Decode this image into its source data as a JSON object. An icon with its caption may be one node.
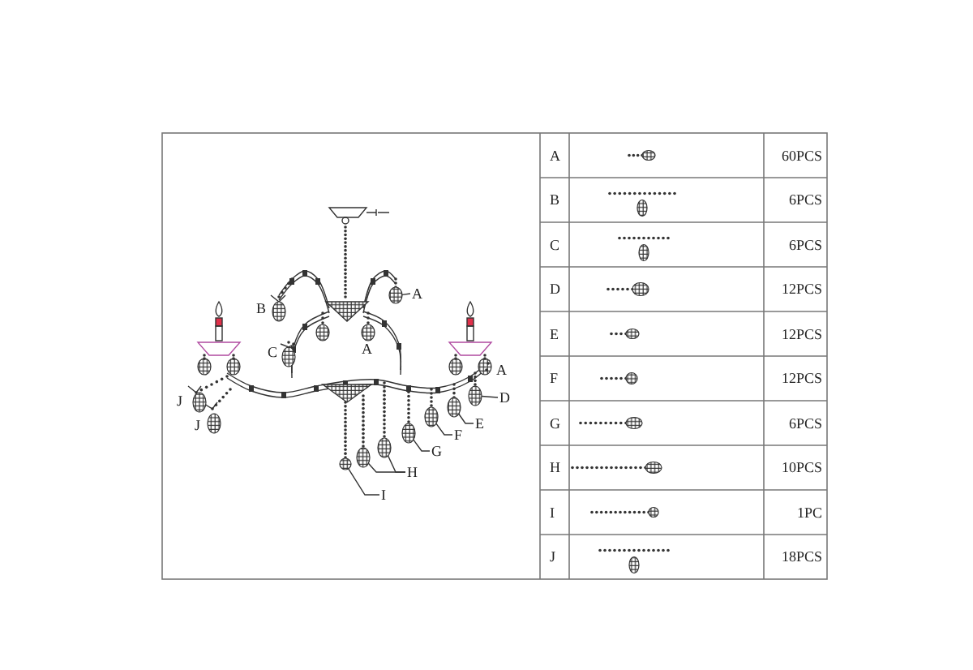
{
  "diagram": {
    "nodes": [
      {
        "text": [
          "A"
        ]
      },
      {
        "text": [
          "D"
        ]
      },
      {
        "text": [
          "E"
        ]
      },
      {
        "text": [
          "F"
        ]
      },
      {
        "text": [
          "G"
        ]
      },
      {
        "text": [
          "H"
        ]
      },
      {
        "text": [
          "I"
        ]
      },
      {
        "text": [],
        "shape": "circle"
      },
      {
        "text": [],
        "shape": "circle"
      },
      {
        "text": [],
        "shape": "circle"
      },
      {
        "text": [],
        "shape": "circle"
      },
      {
        "text": [],
        "shape": "circle"
      },
      {
        "text": [],
        "shape": "circle"
      },
      {
        "text": [],
        "shape": "circle"
      },
      {
        "text": [],
        "shape": "circle"
      }
    ],
    "edges": [
      {
        "from": 0,
        "to": 7,
        "arrow": "none"
      },
      {
        "from": 1,
        "to": 8,
        "arrow": "none"
      },
      {
        "from": 2,
        "to": 9,
        "arrow": "none"
      },
      {
        "from": 3,
        "to": 10,
        "arrow": "none"
      },
      {
        "from": 4,
        "to": 11,
        "arrow": "none"
      },
      {
        "from": 5,
        "to": 12,
        "arrow": "none"
      },
      {
        "from": 5,
        "to": 13,
        "arrow": "none"
      },
      {
        "from": 6,
        "to": 14,
        "arrow": "none"
      }
    ],
    "labels": [
      "B",
      "C",
      "A",
      "A",
      "J",
      "J",
      "A",
      "60PCS",
      "B",
      "6PCS",
      "C",
      "6PCS",
      "D",
      "12PCS",
      "E",
      "12PCS",
      "F",
      "12PCS",
      "G",
      "6PCS",
      "H",
      "10PCS",
      "I",
      "1PC",
      "J",
      "18PCS"
    ]
  }
}
